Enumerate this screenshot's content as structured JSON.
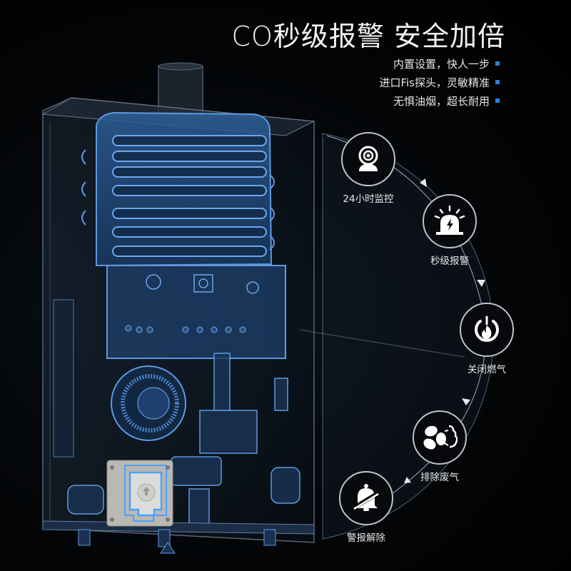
{
  "header": {
    "title": "CO秒级报警 安全加倍",
    "features": [
      {
        "text": "内置设置，快人一步",
        "bullet_color": "#2e7fd4"
      },
      {
        "text": "进口Fis探头，灵敏精准",
        "bullet_color": "#2e7fd4"
      },
      {
        "text": "无惧油烟，超长耐用",
        "bullet_color": "#2e7fd4"
      }
    ]
  },
  "illustration": {
    "subject": "water-heater-xray",
    "accent_color": "#3a78c9",
    "sensor_highlight_color": "#4aa0ff"
  },
  "process": {
    "steps": [
      {
        "label": "24小时监控",
        "icon": "camera-icon"
      },
      {
        "label": "秒级报警",
        "icon": "alarm-light-icon"
      },
      {
        "label": "关闭燃气",
        "icon": "power-flame-icon"
      },
      {
        "label": "排除废气",
        "icon": "fan-exhaust-icon"
      },
      {
        "label": "警报解除",
        "icon": "bell-off-icon"
      }
    ]
  }
}
